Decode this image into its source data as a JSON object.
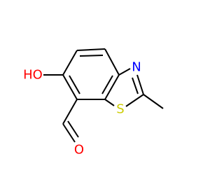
{
  "molecule": {
    "atoms": {
      "hydroxyl_oxygen": {
        "label": "HO",
        "color": "#ff0000"
      },
      "thiazole_nitrogen": {
        "label": "N",
        "color": "#0000ff"
      },
      "thiazole_sulfur": {
        "label": "S",
        "color": "#cccc00"
      },
      "aldehyde_oxygen": {
        "label": "O",
        "color": "#ff0000"
      }
    },
    "bond_color": "#000000"
  }
}
